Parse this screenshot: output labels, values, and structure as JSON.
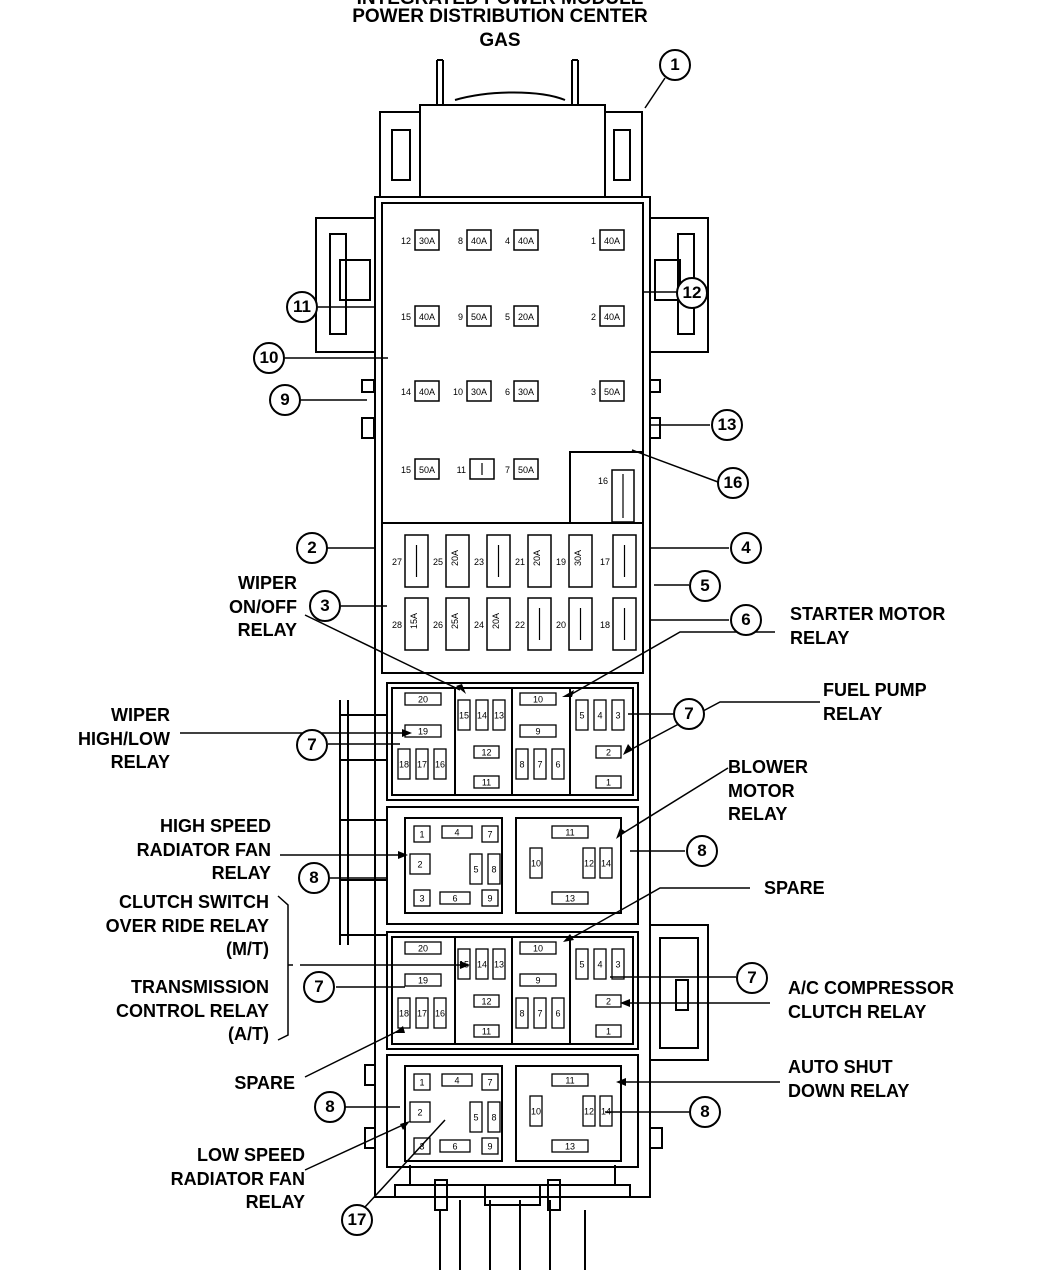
{
  "title": {
    "line1": "INTEGRATED POWER MODULE",
    "line2": "POWER DISTRIBUTION CENTER",
    "line3": "GAS"
  },
  "callouts": [
    "1",
    "2",
    "3",
    "4",
    "5",
    "6",
    "7",
    "8",
    "9",
    "10",
    "11",
    "12",
    "13",
    "16",
    "17"
  ],
  "labels": {
    "wiper_onoff": "WIPER\nON/OFF\nRELAY",
    "starter_motor": "STARTER MOTOR\nRELAY",
    "fuel_pump": "FUEL PUMP\nRELAY",
    "wiper_highlow": "WIPER\nHIGH/LOW\nRELAY",
    "blower_motor": "BLOWER\nMOTOR\nRELAY",
    "high_speed_fan": "HIGH SPEED\nRADIATOR FAN\nRELAY",
    "spare_upper": "SPARE",
    "clutch_switch": "CLUTCH SWITCH\nOVER RIDE RELAY\n(M/T)",
    "transmission": "TRANSMISSION\nCONTROL RELAY\n(A/T)",
    "ac_compressor": "A/C COMPRESSOR\nCLUTCH RELAY",
    "spare_lower": "SPARE",
    "auto_shutdown": "AUTO SHUT\nDOWN RELAY",
    "low_speed_fan": "LOW SPEED\nRADIATOR FAN\nRELAY"
  },
  "maxi_fuses": [
    {
      "num": "12",
      "rating": "30A"
    },
    {
      "num": "8",
      "rating": "40A"
    },
    {
      "num": "4",
      "rating": "40A"
    },
    {
      "num": "1",
      "rating": "40A"
    },
    {
      "num": "15",
      "rating": "40A"
    },
    {
      "num": "9",
      "rating": "50A"
    },
    {
      "num": "5",
      "rating": "20A"
    },
    {
      "num": "2",
      "rating": "40A"
    },
    {
      "num": "14",
      "rating": "40A"
    },
    {
      "num": "10",
      "rating": "30A"
    },
    {
      "num": "6",
      "rating": "30A"
    },
    {
      "num": "3",
      "rating": "50A"
    },
    {
      "num": "15",
      "rating": "50A"
    },
    {
      "num": "11",
      "rating": ""
    },
    {
      "num": "7",
      "rating": "50A"
    },
    {
      "num": "16",
      "rating": ""
    }
  ],
  "mini_fuses": [
    {
      "num": "27",
      "rating": ""
    },
    {
      "num": "25",
      "rating": "20A"
    },
    {
      "num": "23",
      "rating": ""
    },
    {
      "num": "21",
      "rating": "20A"
    },
    {
      "num": "19",
      "rating": "30A"
    },
    {
      "num": "17",
      "rating": ""
    },
    {
      "num": "28",
      "rating": "15A"
    },
    {
      "num": "26",
      "rating": "25A"
    },
    {
      "num": "24",
      "rating": "20A"
    },
    {
      "num": "22",
      "rating": ""
    },
    {
      "num": "20",
      "rating": ""
    },
    {
      "num": "18",
      "rating": ""
    }
  ],
  "relay_pins": {
    "big_block": [
      "20",
      "19",
      "18",
      "17",
      "16",
      "15",
      "14",
      "13",
      "12",
      "11",
      "10",
      "9",
      "8",
      "7",
      "6",
      "5",
      "4",
      "3",
      "2",
      "1"
    ],
    "small_block": [
      "1",
      "4",
      "7",
      "2",
      "5",
      "8",
      "3",
      "6",
      "9",
      "11",
      "10",
      "12",
      "14",
      "13"
    ]
  }
}
